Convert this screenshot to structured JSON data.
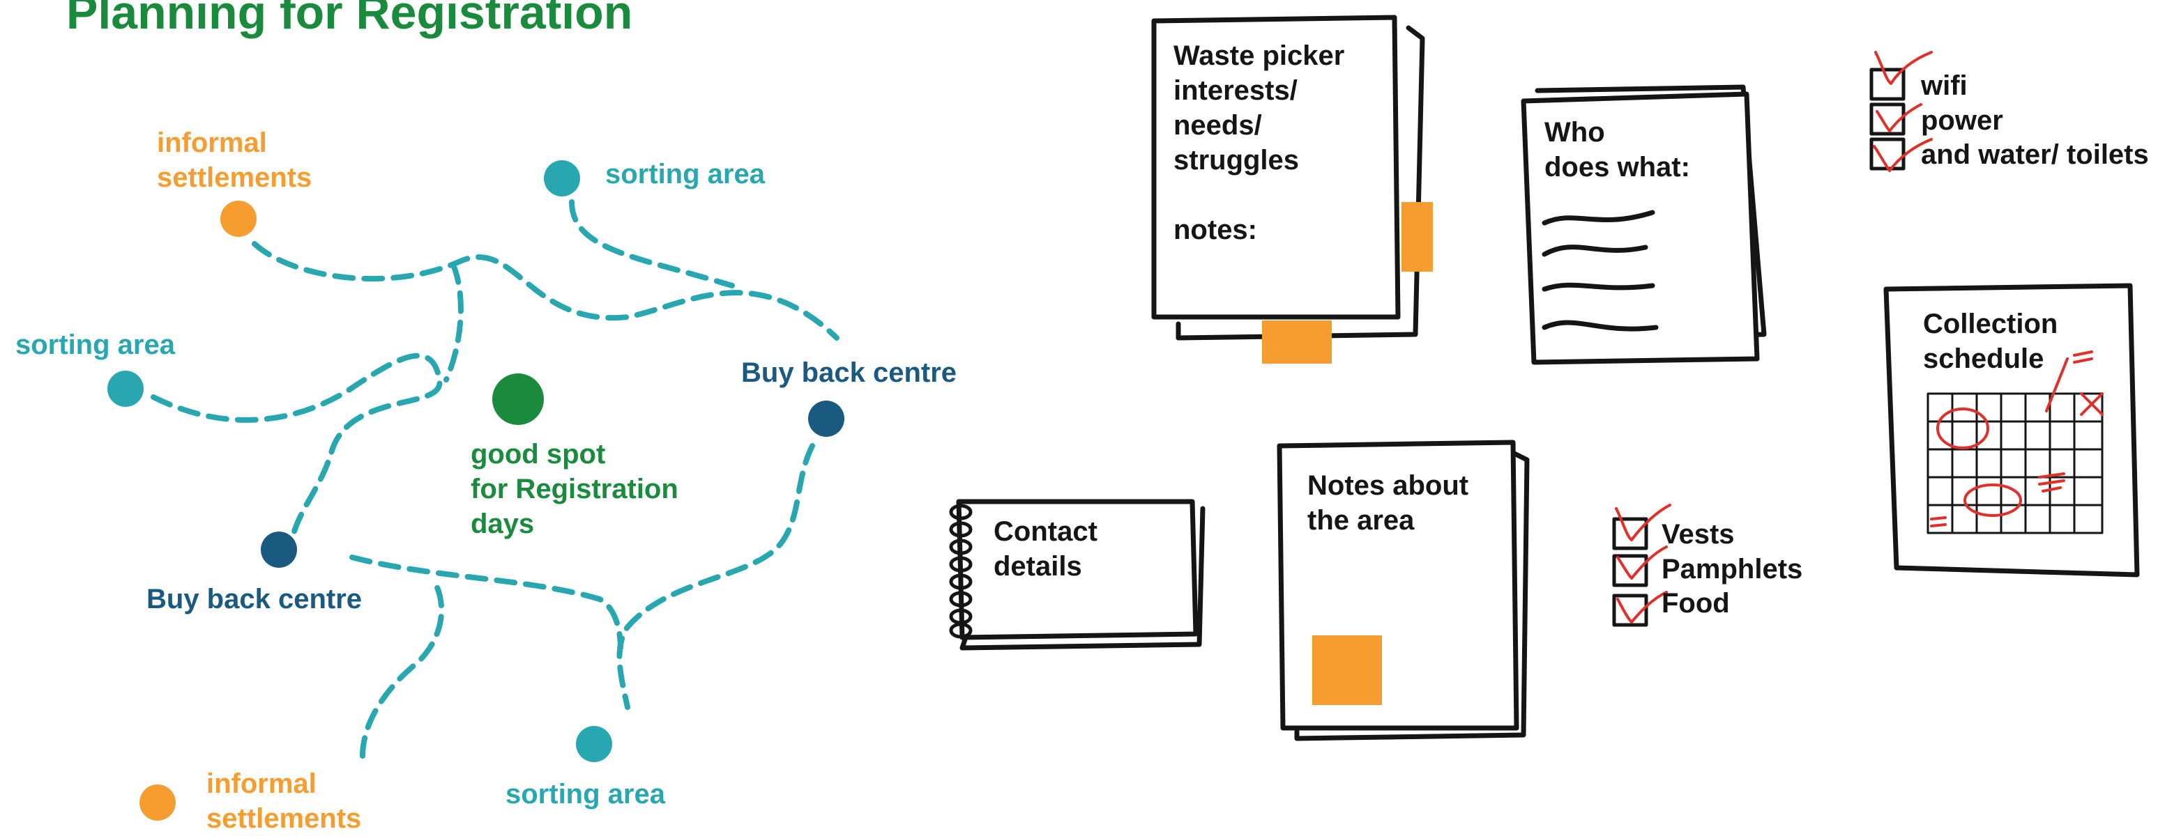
{
  "title": "Planning for Registration",
  "map": {
    "informal_settlements_top": "informal\nsettlements",
    "sorting_area_top": "sorting area",
    "sorting_area_left": "sorting area",
    "buy_back_centre_right": "Buy back centre",
    "good_spot": "good spot\nfor Registration\ndays",
    "buy_back_centre_left": "Buy back centre",
    "informal_settlements_bottom": "informal\nsettlements",
    "sorting_area_bottom": "sorting area"
  },
  "cards": {
    "waste_picker": {
      "title": "Waste picker\ninterests/\nneeds/\nstruggles",
      "notes": "notes:"
    },
    "who_does_what": {
      "title": "Who\ndoes what:"
    },
    "contact_details": {
      "title": "Contact\ndetails"
    },
    "notes_area": {
      "title": "Notes about\nthe area"
    },
    "collection_schedule": {
      "title": "Collection\nschedule"
    }
  },
  "checklist_top": [
    {
      "label": "wifi",
      "checked": true
    },
    {
      "label": "power",
      "checked": true
    },
    {
      "label": "and water/ toilets",
      "checked": true
    }
  ],
  "checklist_supplies": [
    {
      "label": "Vests",
      "checked": true
    },
    {
      "label": "Pamphlets",
      "checked": true
    },
    {
      "label": "Food",
      "checked": true
    }
  ],
  "colors": {
    "teal": "#29a7b0",
    "orange": "#f59d30",
    "navy": "#1b5a80",
    "green": "#1a8b3c",
    "ink": "#151515",
    "check_red": "#e0302a"
  }
}
